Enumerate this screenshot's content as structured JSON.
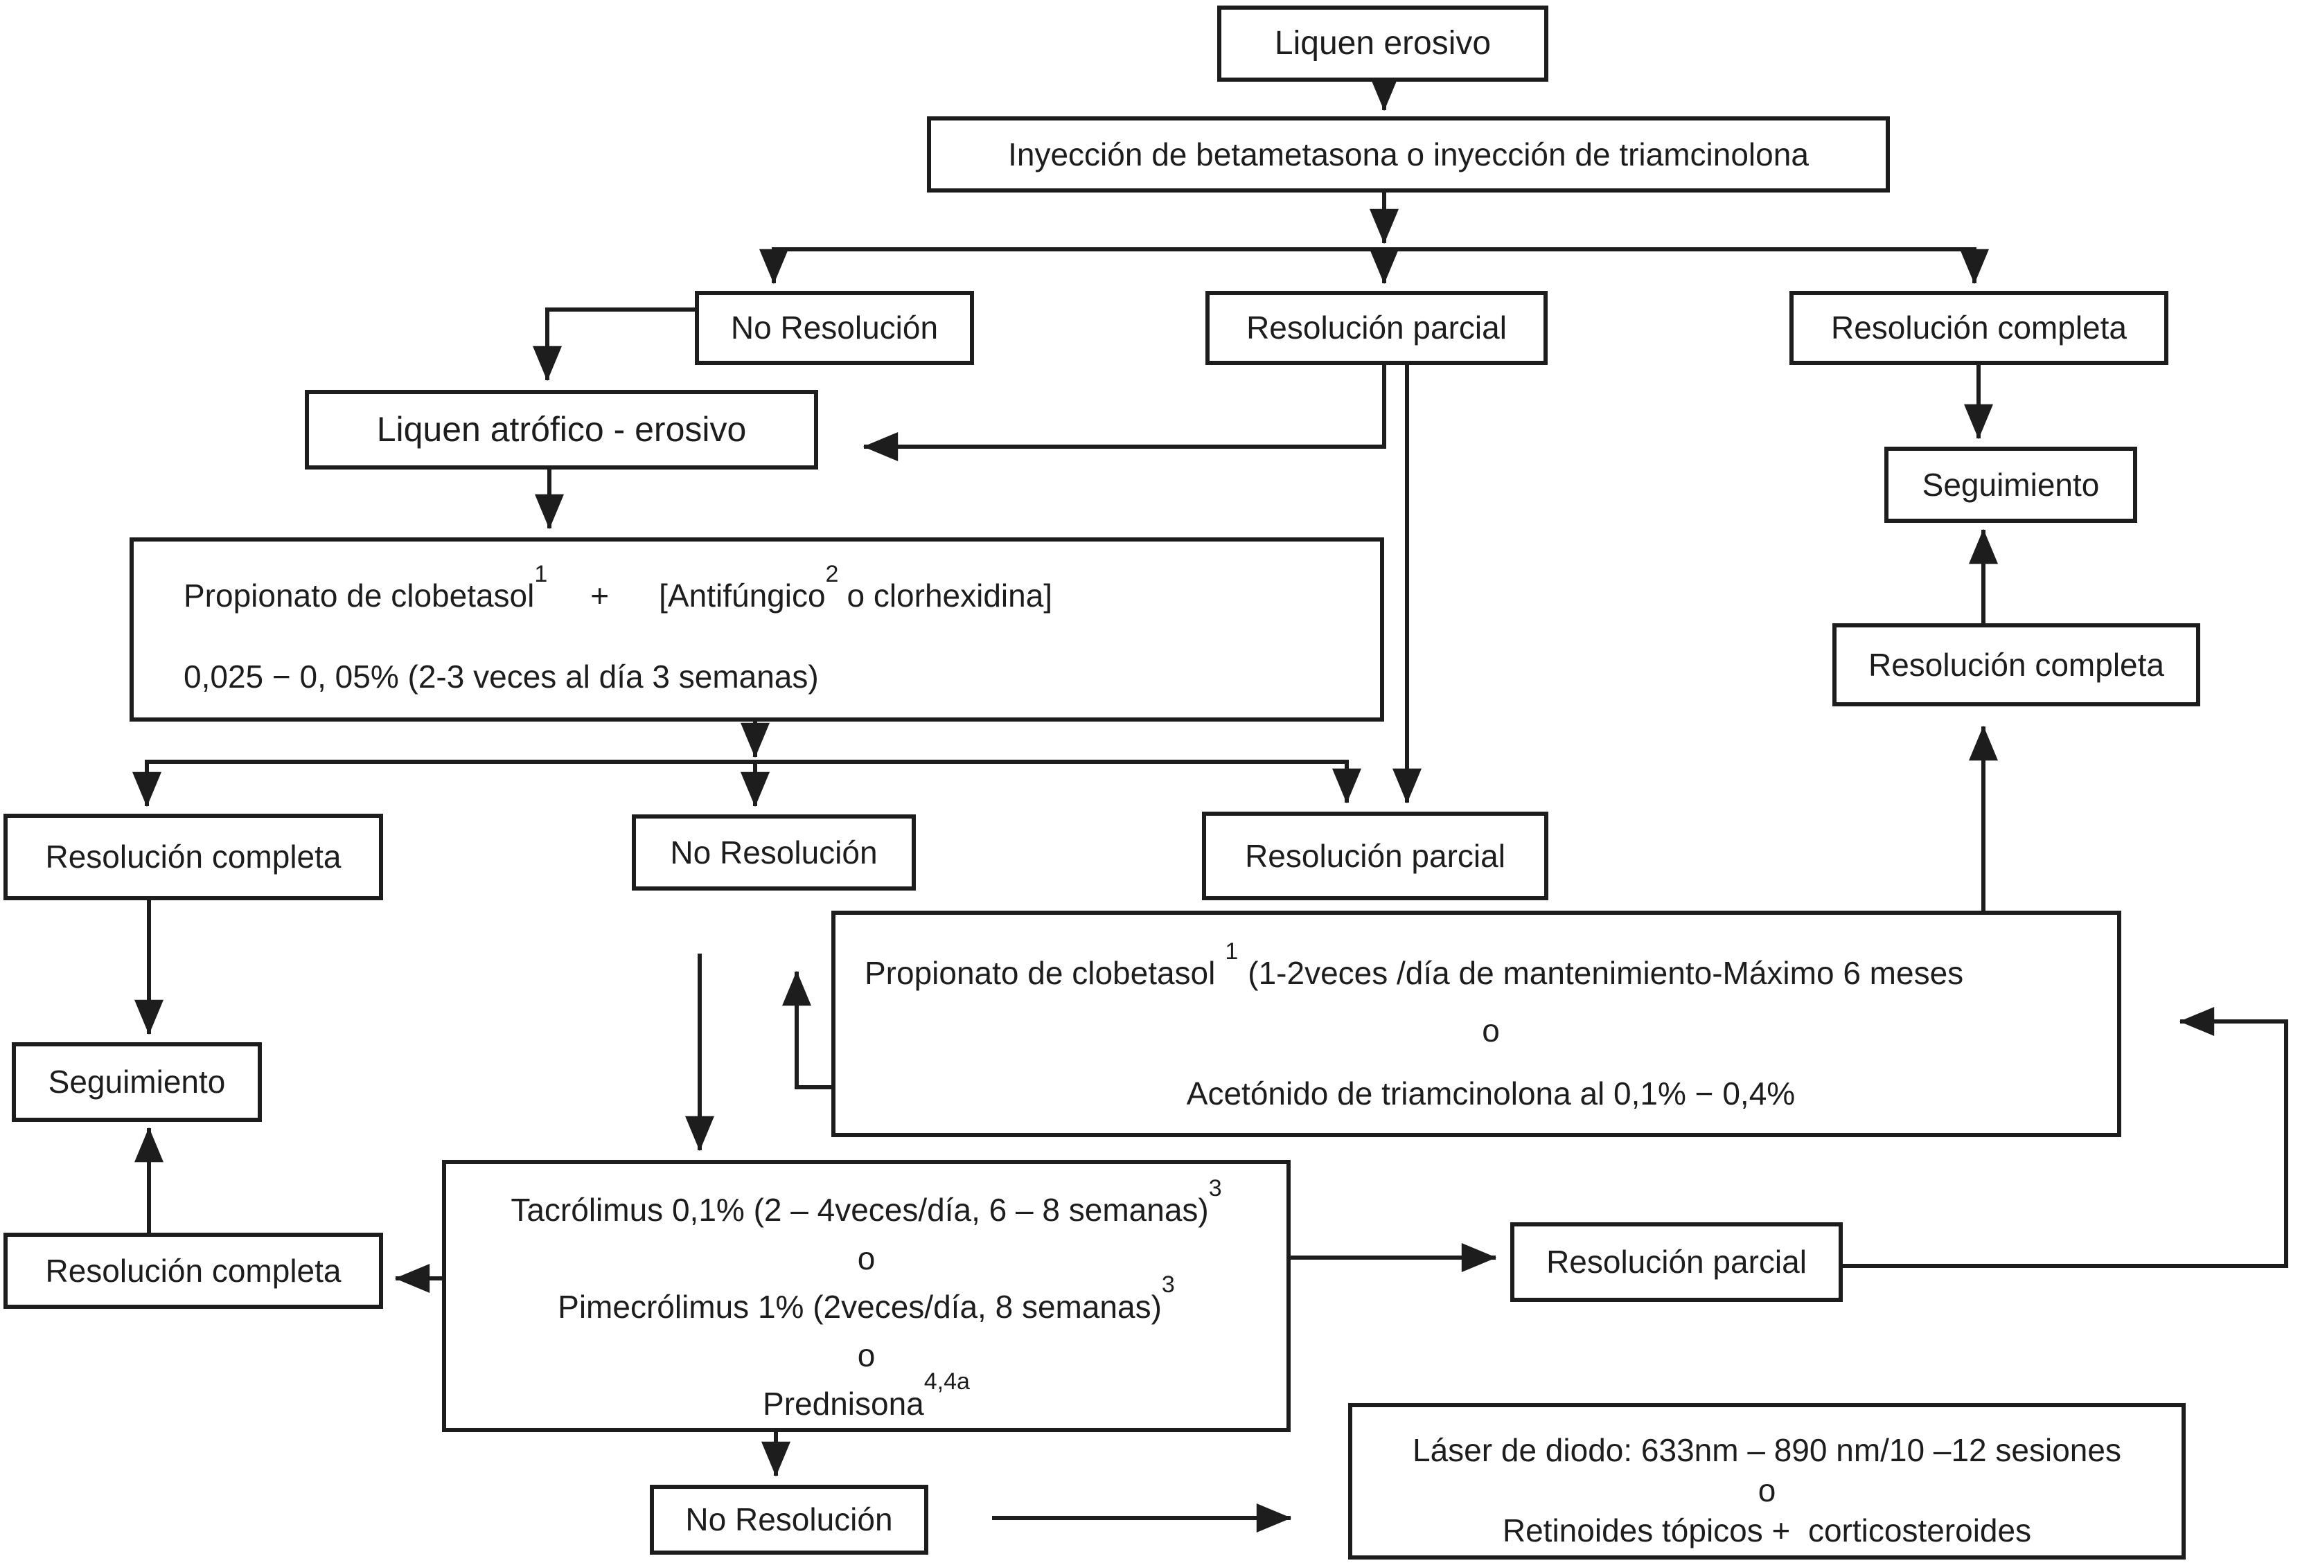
{
  "diagram": {
    "title": "Liquen erosivo treatment algorithm",
    "labels": {
      "liquen_erosivo": "Liquen erosivo",
      "inyeccion": "Inyección de betametasona o inyección de triamcinolona",
      "no_resolucion": "No Resolución",
      "resolucion_parcial": "Resolución parcial",
      "resolucion_completa": "Resolución completa",
      "liquen_atrofico": "Liquen atrófico - erosivo",
      "seguimiento": "Seguimiento"
    },
    "propionato": {
      "line1_drug": "Propionato de clobetasol",
      "line1_sup1": "1",
      "line1_plus": "+",
      "line1_bracket_open": "[Antifúngico",
      "line1_sup2": "2",
      "line1_bracket_close": "o clorhexidina]",
      "line2": "0,025 − 0, 05% (2-3 veces al día 3 semanas)"
    },
    "mantenimiento": {
      "line1_drug": "Propionato de clobetasol",
      "line1_sup": "1",
      "line1_rest": "(1-2veces /día de mantenimiento-Máximo 6 meses",
      "o": "o",
      "line2": "Acetónido de triamcinolona al 0,1% − 0,4%"
    },
    "tacrolimus": {
      "line1": "Tacrólimus 0,1% (2 – 4veces/día, 6 – 8 semanas)",
      "line1_sup": "3",
      "o1": "o",
      "line2": "Pimecrólimus 1% (2veces/día, 8 semanas)",
      "line2_sup": "3",
      "o2": "o",
      "line3": "Prednisona",
      "line3_sup": "4,4a"
    },
    "laser": {
      "line1": "Láser de diodo: 633nm – 890 nm/10 –12 sesiones",
      "o": "o",
      "line2": "Retinoides tópicos +  corticosteroides"
    },
    "colors": {
      "ink": "#1d1d1d",
      "background": "#ffffff"
    }
  }
}
